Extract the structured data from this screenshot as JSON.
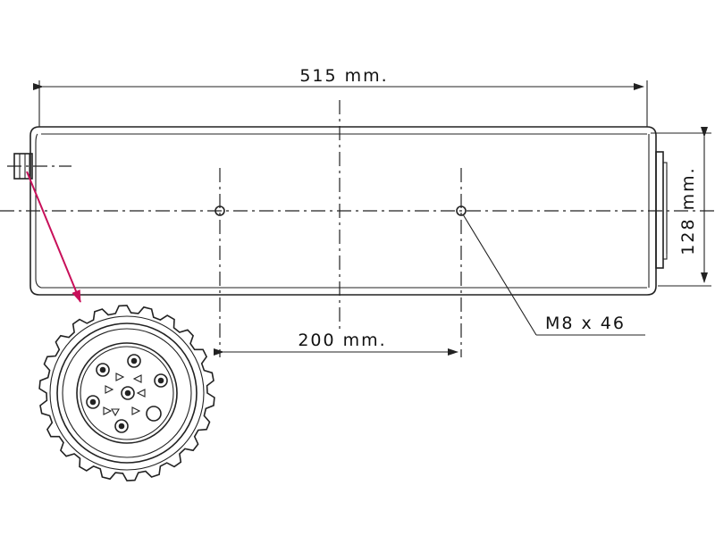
{
  "dimensions": {
    "length": "515 mm.",
    "hole_spacing": "200 mm.",
    "diameter": "128 mm.",
    "bolt": "M8 x 46"
  },
  "colors": {
    "line": "#222222",
    "arrow": "#c8105a",
    "background": "#ffffff"
  },
  "icons": {
    "detail_view": "connector-face-icon",
    "detail_arrow": "arrow-icon"
  }
}
